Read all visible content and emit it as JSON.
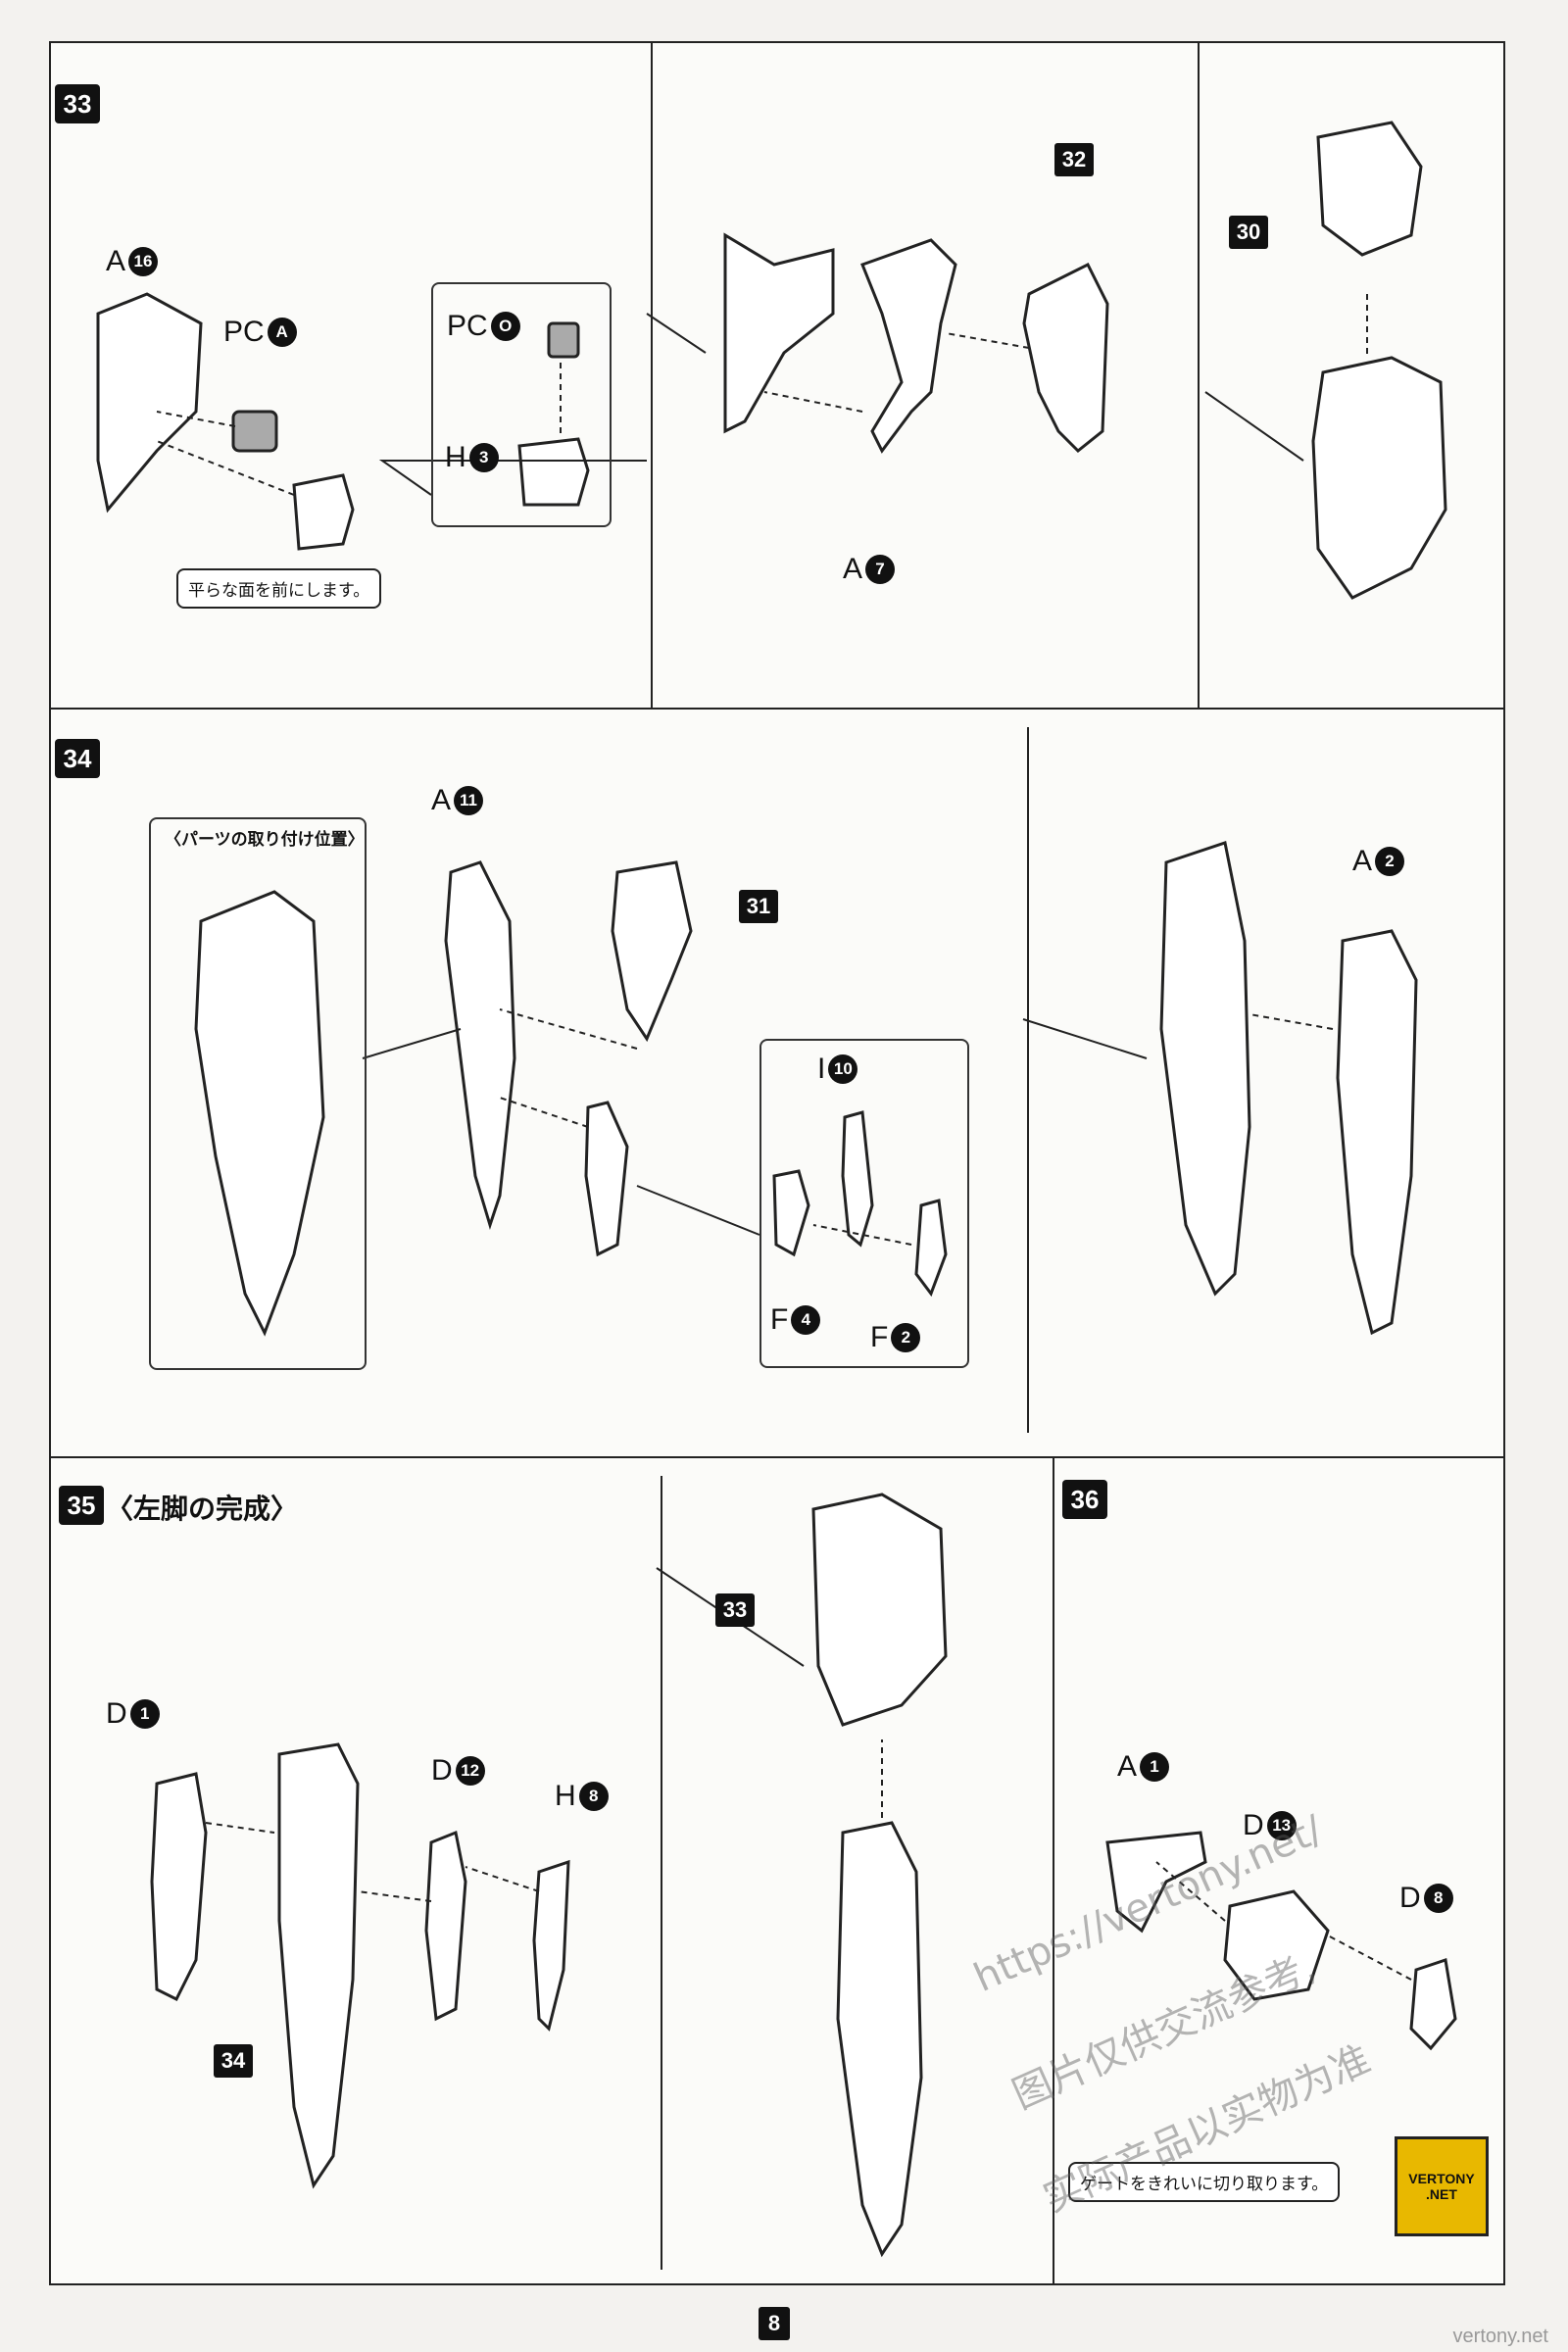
{
  "steps": {
    "s33": {
      "number": "33"
    },
    "s34": {
      "number": "34"
    },
    "s35": {
      "number": "35",
      "title": "〈左脚の完成〉"
    },
    "s36": {
      "number": "36"
    }
  },
  "callouts": {
    "a16": {
      "letter": "A",
      "num": "16"
    },
    "pca_top": {
      "letter": "PC",
      "num": "A"
    },
    "pco": {
      "letter": "PC",
      "num": "O"
    },
    "h3": {
      "letter": "H",
      "num": "3"
    },
    "a7": {
      "letter": "A",
      "num": "7"
    },
    "a11": {
      "letter": "A",
      "num": "11"
    },
    "a2": {
      "letter": "A",
      "num": "2"
    },
    "i10": {
      "letter": "I",
      "num": "10"
    },
    "f4": {
      "letter": "F",
      "num": "4"
    },
    "f2": {
      "letter": "F",
      "num": "2"
    },
    "d1": {
      "letter": "D",
      "num": "1"
    },
    "d12": {
      "letter": "D",
      "num": "12"
    },
    "h8": {
      "letter": "H",
      "num": "8"
    },
    "a1": {
      "letter": "A",
      "num": "1"
    },
    "d13": {
      "letter": "D",
      "num": "13"
    },
    "d8": {
      "letter": "D",
      "num": "8"
    }
  },
  "refs": {
    "r32": "32",
    "r30": "30",
    "r31": "31",
    "r33": "33",
    "r34": "34"
  },
  "notes": {
    "flat_face": "平らな面を前にします。",
    "attach_position": "〈パーツの取り付け位置〉",
    "gate_cut": "ゲートをきれいに切り取ります。"
  },
  "page": {
    "number": "8"
  },
  "logo": {
    "line1": "VERTONY",
    "line2": ".NET"
  },
  "watermarks": {
    "url": "https://vertony.net/",
    "line1": "图片仅供交流参考,",
    "line2": "实际产品以实物为准"
  },
  "footer_site": "vertony.net"
}
